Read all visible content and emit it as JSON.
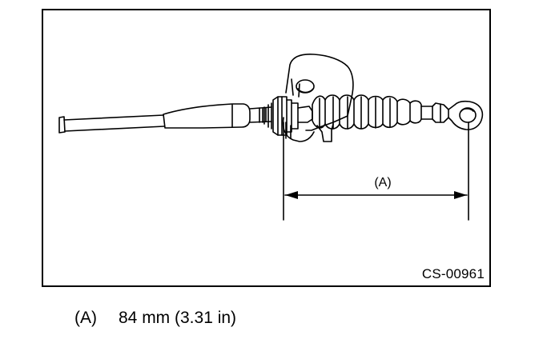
{
  "figure": {
    "code": "CS-00961",
    "dimension_label": "(A)"
  },
  "legend": {
    "key": "(A)",
    "value": "84 mm (3.31 in)"
  }
}
